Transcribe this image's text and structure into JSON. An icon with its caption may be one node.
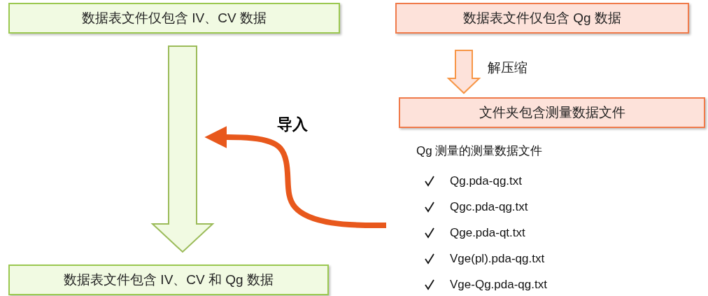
{
  "diagram": {
    "nodes": [
      {
        "text": [
          "数据表文件仅包含 IV、CV 数据"
        ]
      },
      {
        "text": [
          "数据表文件仅包含 Qg 数据"
        ]
      },
      {
        "text": [
          "文件夹包含测量数据文件"
        ]
      },
      {
        "text": [
          "数据表文件包含 IV、CV 和 Qg 数据"
        ]
      },
      {
        "text": [
          "Qg 测量的测量数据文件",
          "Qg.pda-qg.txt",
          "Qgc.pda-qg.txt",
          "Qge.pda-qt.txt",
          "Vge(pl).pda-qg.txt",
          "Vge-Qg.pda-qg.txt"
        ]
      }
    ],
    "edges": [
      {
        "from": 0,
        "to": 3,
        "arrow": "to",
        "color": "#9bbb59"
      },
      {
        "from": 1,
        "to": 2,
        "arrow": "to",
        "label": "解压缩",
        "color": "#f79646"
      },
      {
        "from": 4,
        "to": null,
        "arrow": "to",
        "label": "导入",
        "color": "#e8581c"
      }
    ]
  }
}
